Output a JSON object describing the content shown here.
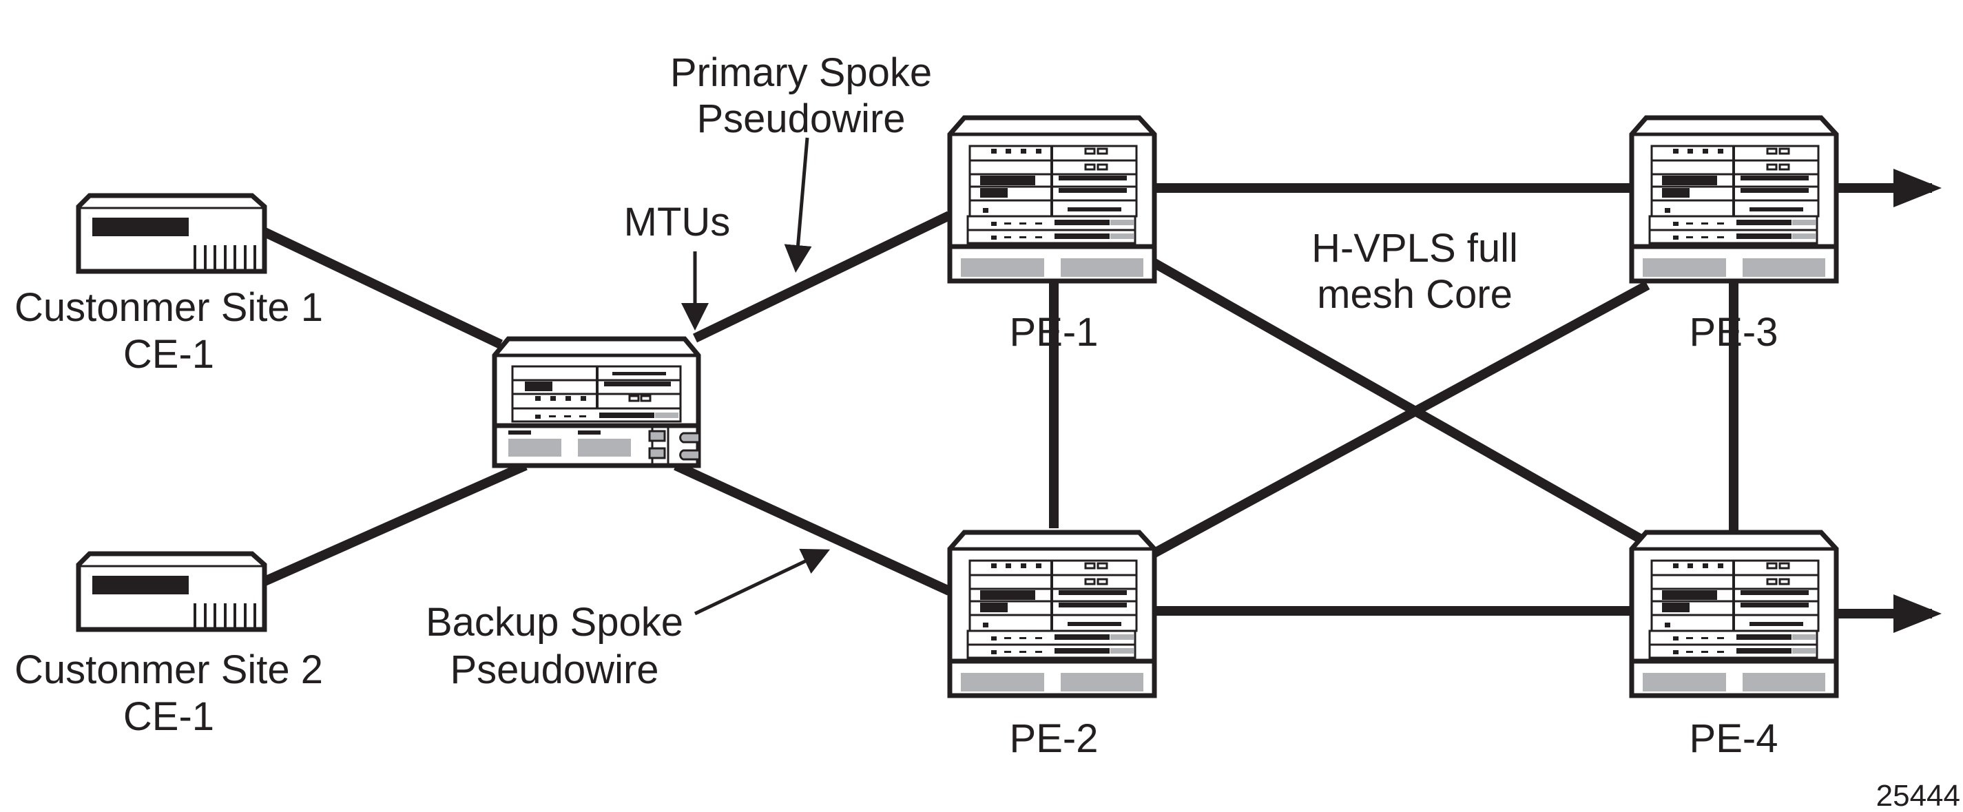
{
  "labels": {
    "primary_spoke_line1": "Primary Spoke",
    "primary_spoke_line2": "Pseudowire",
    "mtus": "MTUs",
    "site1_line1": "Custonmer Site 1",
    "site1_line2": "CE-1",
    "site2_line1": "Custonmer Site 2",
    "site2_line2": "CE-1",
    "core_line1": "H-VPLS full",
    "core_line2": "mesh Core",
    "backup_spoke_line1": "Backup Spoke",
    "backup_spoke_line2": "Pseudowire",
    "pe1": "PE-1",
    "pe2": "PE-2",
    "pe3": "PE-3",
    "pe4": "PE-4",
    "figure_id": "25444"
  },
  "colors": {
    "stroke": "#231f20",
    "panel_gray": "#b1b3b6"
  }
}
